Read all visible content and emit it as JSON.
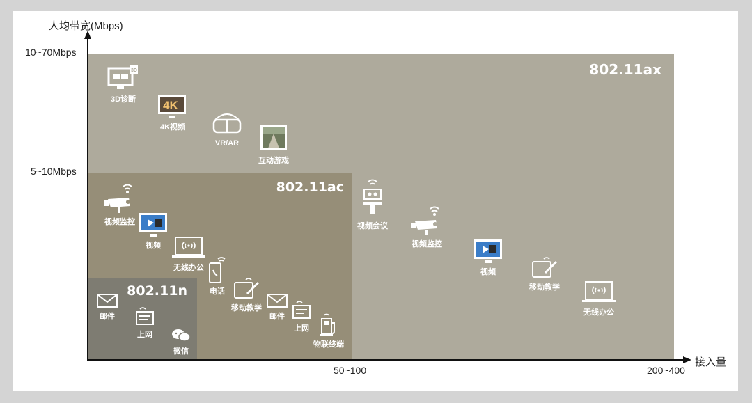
{
  "axes": {
    "y_title": "人均带宽(Mbps)",
    "x_title": "接入量",
    "y_ticks": [
      "10~70Mbps",
      "5~10Mbps"
    ],
    "x_ticks": [
      "50~100",
      "200~400"
    ]
  },
  "zones": {
    "ax": "802.11ax",
    "ac": "802.11ac",
    "n": "802.11n"
  },
  "items": {
    "diag3d": "3D诊断",
    "video4k": "4K视频",
    "vrar": "VR/AR",
    "game": "互动游戏",
    "cam1": "视频监控",
    "video1": "视频",
    "office1": "无线办公",
    "phone": "电话",
    "teach1": "移动教学",
    "mail2": "邮件",
    "web2": "上网",
    "iot": "物联终端",
    "mail1": "邮件",
    "web1": "上网",
    "wechat": "微信",
    "conf": "视频会议",
    "cam2": "视频监控",
    "video2": "视频",
    "teach2": "移动教学",
    "office2": "无线办公"
  },
  "colors": {
    "ax_zone": "#aeaa9c",
    "ac_zone": "#968e78",
    "n_zone": "#7e7c72",
    "icon": "#ffffff"
  }
}
